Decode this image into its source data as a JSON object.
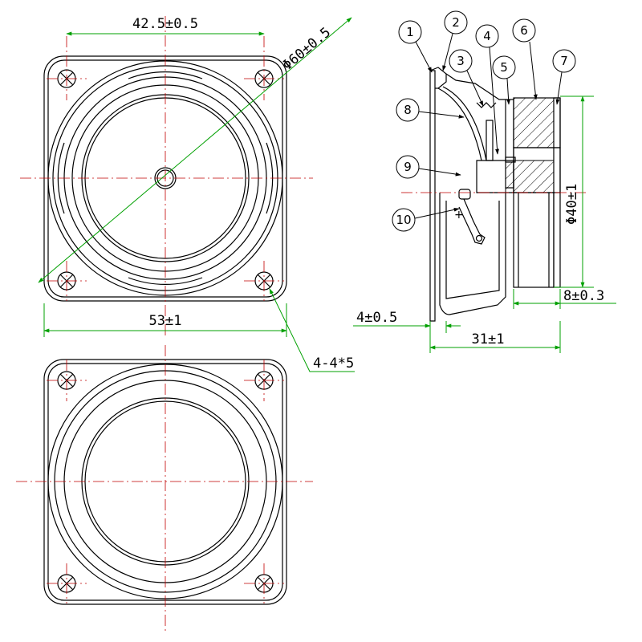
{
  "dimensions": {
    "hole_spacing": "42.5±0.5",
    "diagonal_diameter": "Φ60±0.5",
    "frame_width": "53±1",
    "mount_holes": "4-4*5",
    "magnet_diameter": "Φ40±1",
    "magnet_thickness": "8±0.3",
    "flange_depth": "4±0.5",
    "total_depth": "31±1"
  },
  "part_numbers": [
    "1",
    "2",
    "3",
    "4",
    "5",
    "6",
    "7",
    "8",
    "9",
    "10"
  ],
  "terminal_mark": "+",
  "colors": {
    "line": "#000000",
    "centerline": "#c00000",
    "dimension_green": "#00a000"
  }
}
